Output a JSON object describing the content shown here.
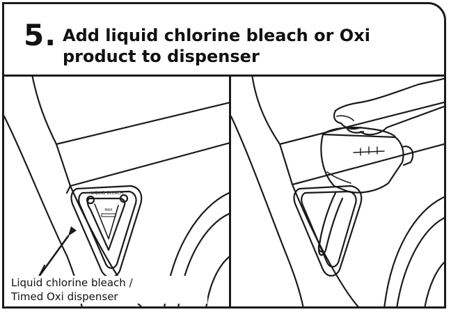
{
  "step": {
    "number": "5.",
    "title_line1": "Add liquid chlorine bleach or Oxi",
    "title_line2": "product to dispenser"
  },
  "callout": {
    "line1": "Liquid chlorine bleach /",
    "line2": "Timed Oxi dispenser"
  },
  "dispenser": {
    "lid_text": "LIQUID BLEACH",
    "max_text": "MAX"
  },
  "colors": {
    "ink": "#1a1a1a",
    "background": "#ffffff",
    "shade": "#e8e8e8"
  }
}
